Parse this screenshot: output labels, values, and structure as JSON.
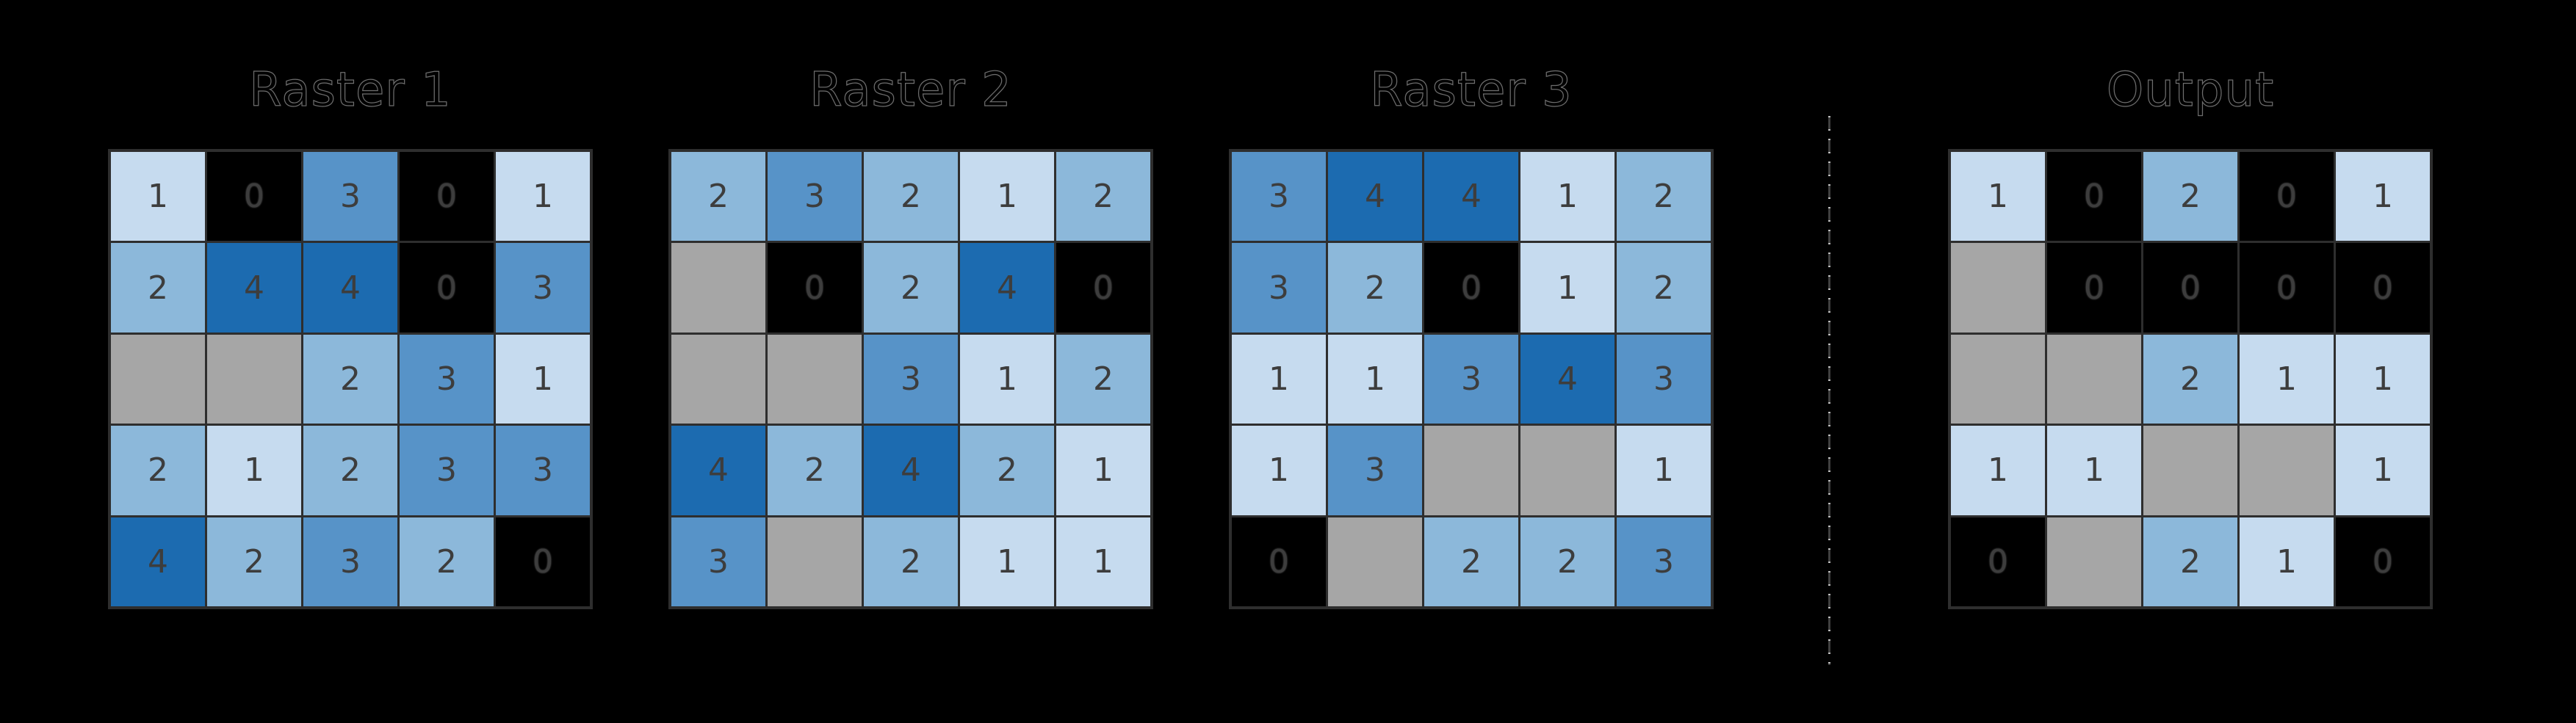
{
  "figure": {
    "background_color": "#000000",
    "panels": [
      {
        "title": "Raster 1",
        "cells": [
          [
            1,
            0,
            3,
            0,
            1
          ],
          [
            2,
            4,
            4,
            0,
            3
          ],
          [
            null,
            null,
            2,
            3,
            1
          ],
          [
            2,
            1,
            2,
            3,
            3
          ],
          [
            4,
            2,
            3,
            2,
            0
          ]
        ]
      },
      {
        "title": "Raster 2",
        "cells": [
          [
            2,
            3,
            2,
            1,
            2
          ],
          [
            null,
            0,
            2,
            4,
            0
          ],
          [
            null,
            null,
            3,
            1,
            2
          ],
          [
            4,
            2,
            4,
            2,
            1
          ],
          [
            3,
            null,
            2,
            1,
            1
          ]
        ]
      },
      {
        "title": "Raster 3",
        "cells": [
          [
            3,
            4,
            4,
            1,
            2
          ],
          [
            3,
            2,
            0,
            1,
            2
          ],
          [
            1,
            1,
            3,
            4,
            3
          ],
          [
            1,
            3,
            null,
            null,
            1
          ],
          [
            0,
            null,
            2,
            2,
            3
          ]
        ]
      },
      {
        "title": "Output",
        "cells": [
          [
            1,
            0,
            2,
            0,
            1
          ],
          [
            null,
            0,
            0,
            0,
            0
          ],
          [
            null,
            null,
            2,
            1,
            1
          ],
          [
            1,
            1,
            null,
            null,
            1
          ],
          [
            0,
            null,
            2,
            1,
            0
          ]
        ]
      }
    ],
    "value_colors": {
      "0": "#000000",
      "1": "#c6dbef",
      "2": "#8cb8da",
      "3": "#5793c8",
      "4": "#1c6bb0"
    },
    "nodata_color": "#a6a6a6",
    "cell_text_color": "#3d3d3d",
    "grid_line_color": "#2e2e2e",
    "title_color": "#000000",
    "separator_color": "#bcbcbc",
    "separator_body_color": "#3f3f3f",
    "separator_style": "dashed"
  }
}
